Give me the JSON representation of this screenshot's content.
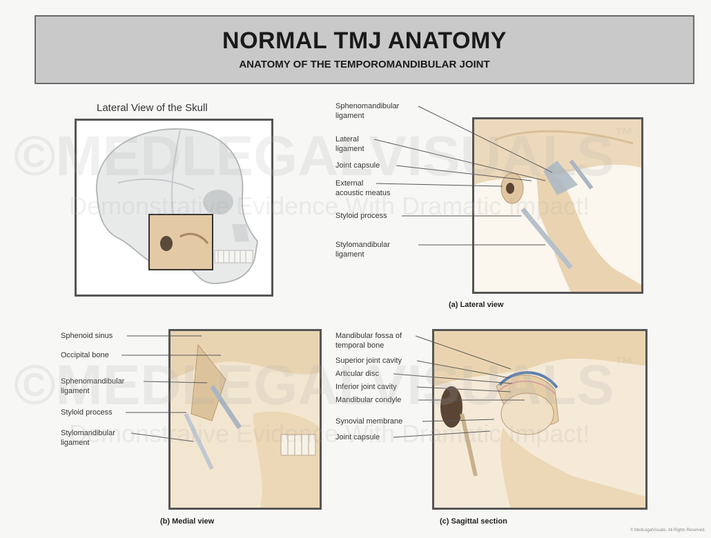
{
  "header": {
    "title": "NORMAL TMJ ANATOMY",
    "subtitle": "ANATOMY OF THE TEMPOROMANDIBULAR JOINT"
  },
  "skull_view": {
    "caption": "Lateral View of the Skull"
  },
  "panel_a": {
    "caption": "(a) Lateral view",
    "labels": [
      "Sphenomandibular ligament",
      "Lateral ligament",
      "Joint capsule",
      "External acoustic meatus",
      "Styloid process",
      "Stylomandibular ligament"
    ]
  },
  "panel_b": {
    "caption": "(b) Medial view",
    "labels": [
      "Sphenoid sinus",
      "Occipital bone",
      "Sphenomandibular ligament",
      "Styloid process",
      "Stylomandibular ligament"
    ]
  },
  "panel_c": {
    "caption": "(c) Sagittal section",
    "labels": [
      "Mandibular fossa of temporal bone",
      "Superior joint cavity",
      "Articular disc",
      "Inferior joint cavity",
      "Mandibular condyle",
      "Synovial membrane",
      "Joint capsule"
    ]
  },
  "watermark": {
    "brand": "©MEDLEGALVISUALS",
    "trademark": "™",
    "tagline": "Demonstrative Evidence With Dramatic Impact!"
  },
  "copyright": "© MedLegalVisuals. All Rights Reserved."
}
